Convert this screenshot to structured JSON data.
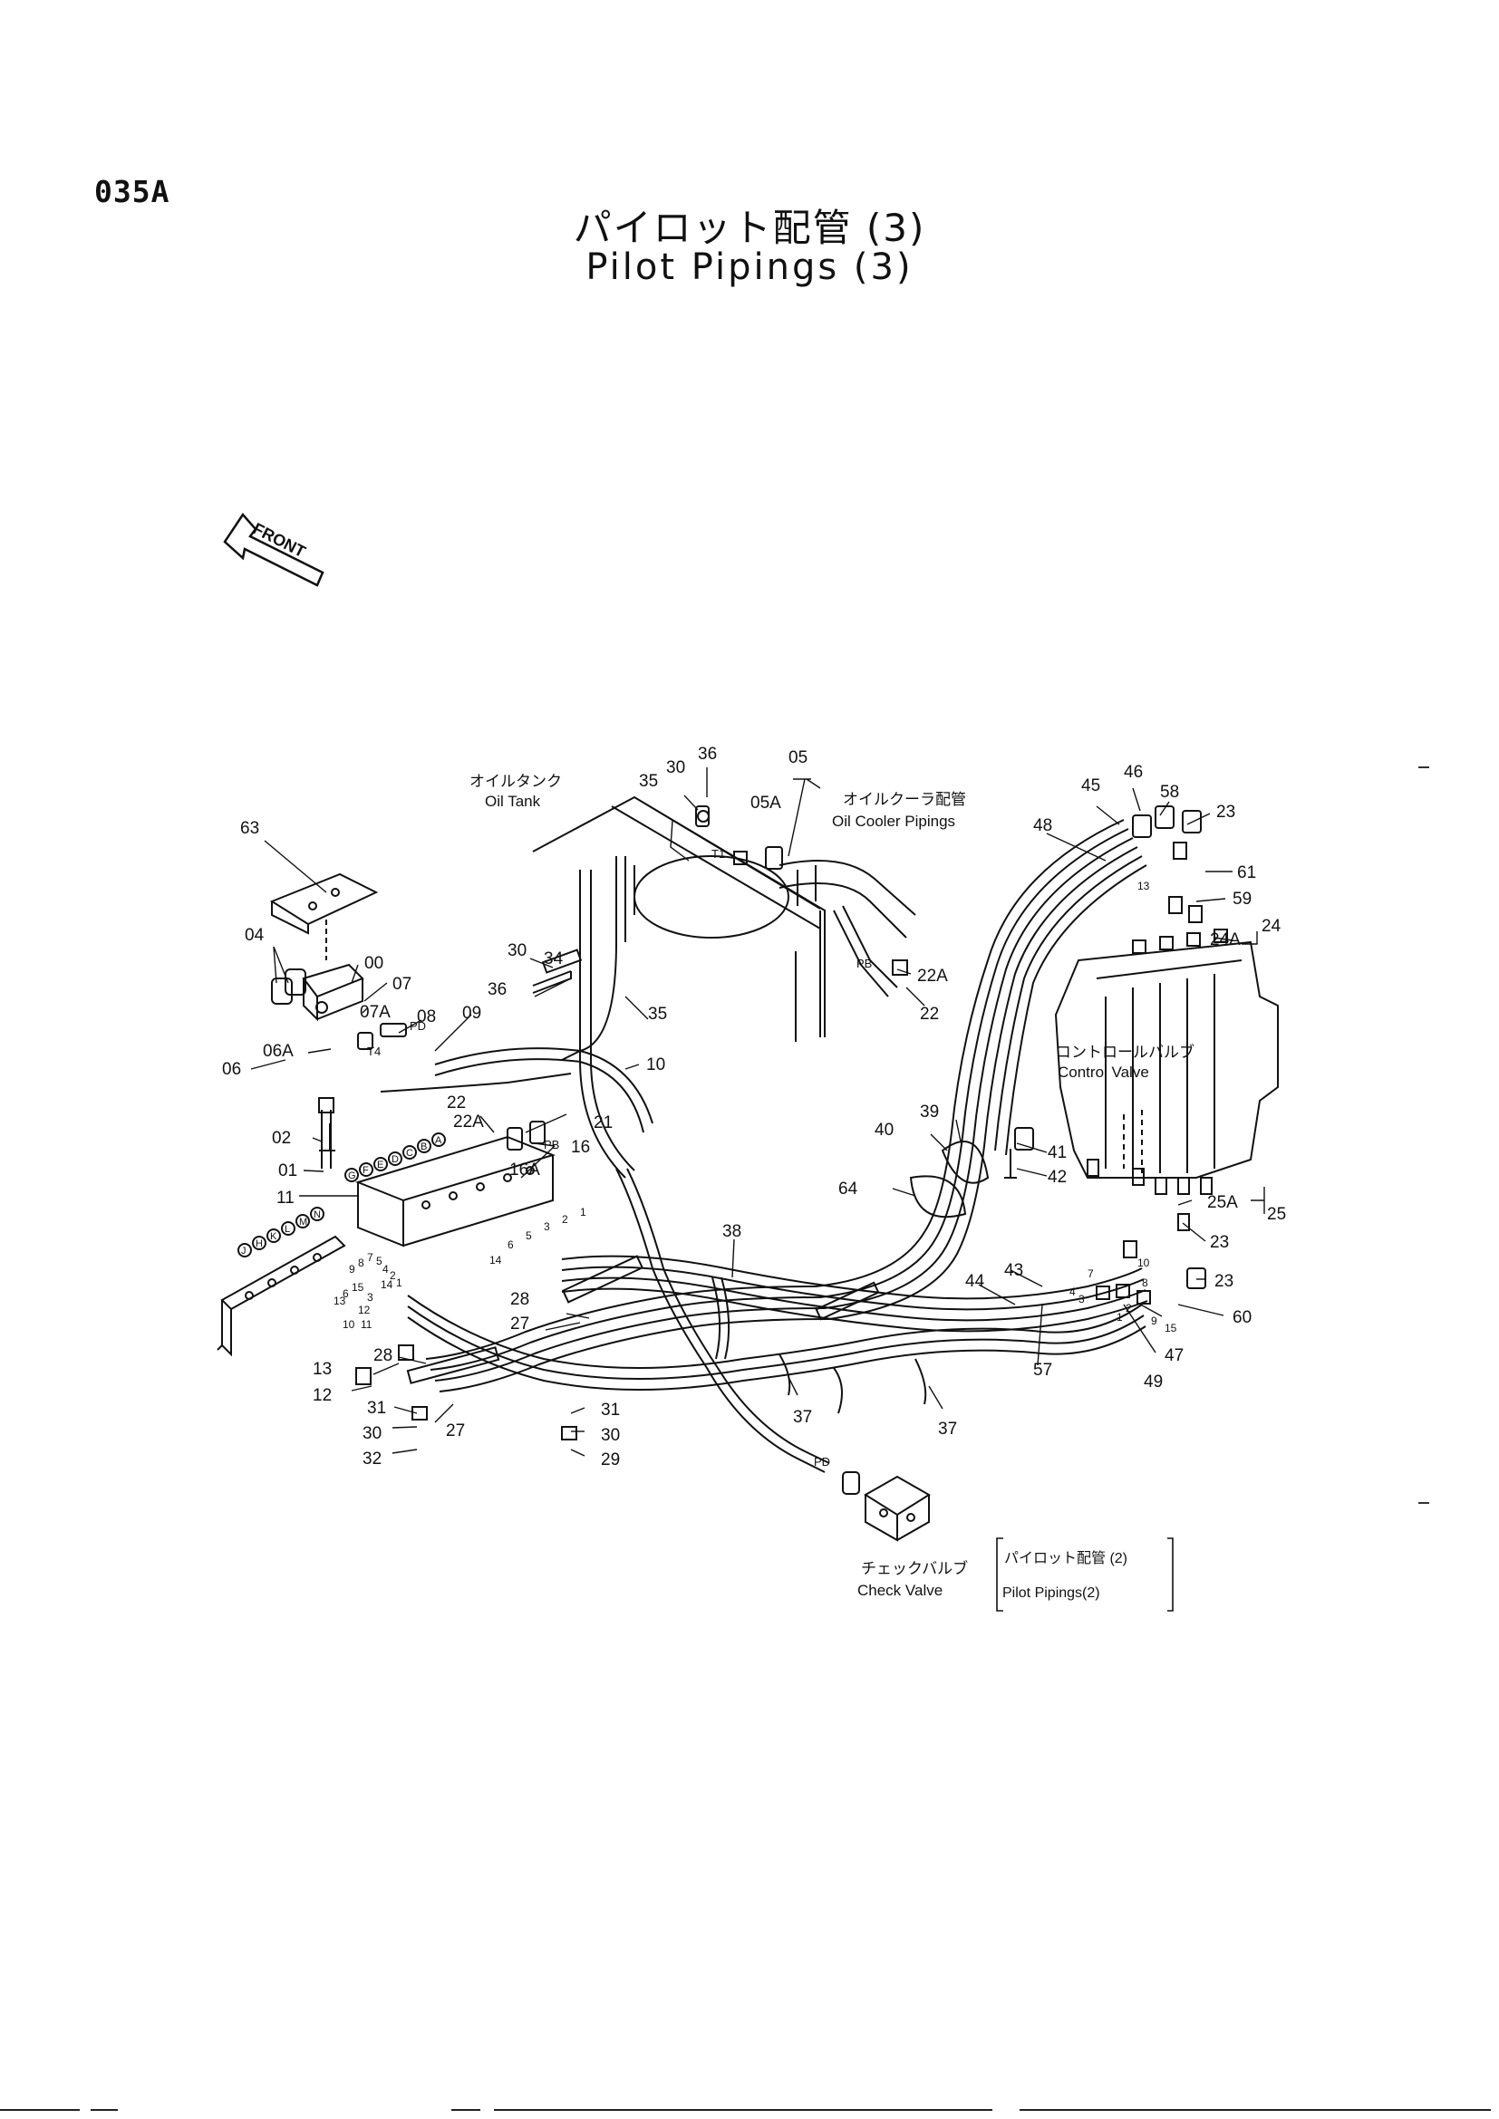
{
  "page_code": "035A",
  "title": {
    "japanese": "パイロット配管 (3)",
    "english": "Pilot Pipings (3)"
  },
  "front_arrow": "FRONT",
  "assemblies": {
    "oil_tank": {
      "jp": "オイルタンク",
      "en": "Oil Tank"
    },
    "oil_cooler": {
      "jp": "オイルクーラ配管",
      "en": "Oil Cooler Pipings"
    },
    "control_valve": {
      "jp": "コントロールバルブ",
      "en": "Control Valve"
    },
    "check_valve": {
      "jp": "チェックバルブ",
      "en": "Check Valve"
    },
    "pilot_ref": {
      "jp": "パイロット配管 (2)",
      "en": "Pilot Pipings(2)"
    }
  },
  "port_marks": {
    "t1": "T1",
    "t4": "T4",
    "pd": "PD",
    "pb": "PB",
    "pd2": "PD"
  },
  "part_labels": {
    "p63": "63",
    "p04": "04",
    "p00": "00",
    "p07": "07",
    "p07a": "07A",
    "p08": "08",
    "p09": "09",
    "p06a": "06A",
    "p06": "06",
    "p02": "02",
    "p01": "01",
    "p30a": "30",
    "p34": "34",
    "p36a": "36",
    "p35a": "35",
    "p10a": "10",
    "p21": "21",
    "p22a": "22",
    "p22aa": "22A",
    "p16": "16",
    "p16a": "16A",
    "p11": "11",
    "p35b": "35",
    "p30b": "30",
    "p36b": "36",
    "p05": "05",
    "p05a": "05A",
    "p22b": "22",
    "p22ab": "22A",
    "p48": "48",
    "p45": "45",
    "p46": "46",
    "p58": "58",
    "p23a": "23",
    "p61": "61",
    "p59": "59",
    "p24": "24",
    "p24a": "24A",
    "p39": "39",
    "p40": "40",
    "p41": "41",
    "p42": "42",
    "p64": "64",
    "p38": "38",
    "p28a": "28",
    "p27a": "27",
    "p13": "13",
    "p12": "12",
    "p28b": "28",
    "p31a": "31",
    "p30c": "30",
    "p32": "32",
    "p27b": "27",
    "p31b": "31",
    "p30d": "30",
    "p29": "29",
    "p37a": "37",
    "p37b": "37",
    "p44": "44",
    "p43": "43",
    "p57": "57",
    "p25a": "25A",
    "p25": "25",
    "p23b": "23",
    "p23c": "23",
    "p60": "60",
    "p47": "47",
    "p49": "49",
    "s14": "14",
    "s3": "3",
    "s12": "12",
    "s10": "10",
    "s11": "11",
    "s9": "9",
    "s8": "8",
    "s7": "7",
    "s5": "5",
    "s4": "4",
    "s2": "2",
    "s1": "1",
    "s13": "13",
    "s6": "6",
    "s15": "15",
    "m6": "6",
    "m5": "5",
    "m3": "3",
    "m2": "2",
    "m1": "1",
    "m14": "14",
    "c4": "4",
    "c3": "3",
    "c1": "1",
    "c2": "2",
    "c10": "10",
    "c7": "7",
    "c8": "8",
    "c9": "9",
    "c15": "15",
    "c13": "13",
    "la": "A",
    "lb": "B",
    "lc": "C",
    "ld": "D",
    "le": "E",
    "lf": "F",
    "lg": "G",
    "lk": "K",
    "ll": "L",
    "lm": "M",
    "ln": "N",
    "lh": "H",
    "lj": "J"
  }
}
